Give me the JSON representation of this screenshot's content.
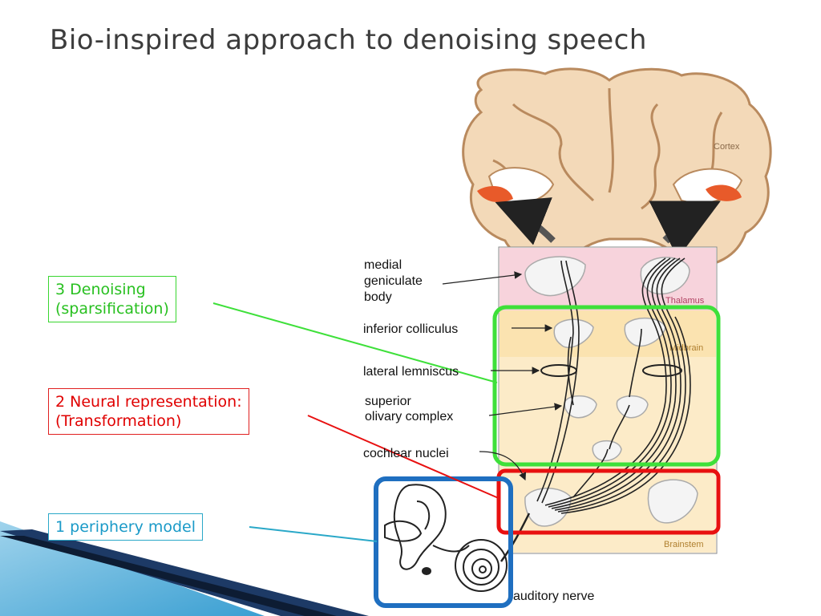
{
  "title": "Bio-inspired approach to denoising speech",
  "callouts": {
    "denoising": "3 Denoising\n(sparsification)",
    "neural": "2 Neural representation:\n(Transformation)",
    "periphery": "1 periphery model"
  },
  "labels": {
    "cortex": "Cortex",
    "thalamus": "Thalamus",
    "midbrain": "Midbrain",
    "brainstem": "Brainstem",
    "mgb_1": "medial",
    "mgb_2": "geniculate",
    "mgb_3": "body",
    "inferior_colliculus": "inferior colliculus",
    "lateral_lemniscus": "lateral lemniscus",
    "soc_1": "superior",
    "soc_2": "olivary complex",
    "cochlear_nuclei": "cochlear nuclei",
    "auditory_nerve": "auditory nerve"
  },
  "colors": {
    "green": "#3ee03a",
    "red": "#e81010",
    "blue": "#1f6fc0",
    "thalamus_band": "#f7d3dc",
    "midbrain_band": "#fbe3b0",
    "brainstem_band": "#fcebc8",
    "brain_tissue": "#f3d9b8",
    "brain_outline": "#b98a5e",
    "cortex_highlight": "#e85a2a"
  }
}
